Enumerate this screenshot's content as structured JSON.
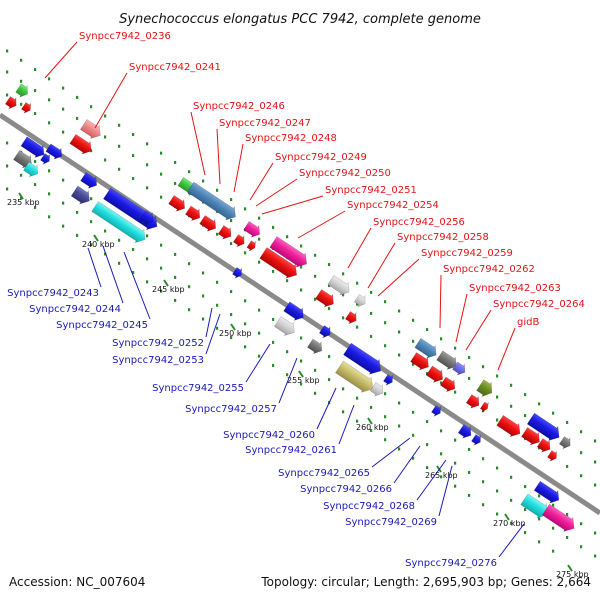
{
  "title": "Synechococcus elongatus PCC 7942, complete genome",
  "footer": {
    "accession": "Accession: NC_007604",
    "summary": "Topology: circular; Length: 2,695,903 bp; Genes: 2,664"
  },
  "scale_ticks": [
    "235 kbp",
    "240 kbp",
    "245 kbp",
    "250 kbp",
    "255 kbp",
    "260 kbp",
    "265 kbp",
    "270 kbp",
    "275 kbp"
  ],
  "genes_upper": [
    "Synpcc7942_0236",
    "Synpcc7942_0241",
    "Synpcc7942_0246",
    "Synpcc7942_0247",
    "Synpcc7942_0248",
    "Synpcc7942_0249",
    "Synpcc7942_0250",
    "Synpcc7942_0251",
    "Synpcc7942_0254",
    "Synpcc7942_0256",
    "Synpcc7942_0258",
    "Synpcc7942_0259",
    "Synpcc7942_0262",
    "Synpcc7942_0263",
    "Synpcc7942_0264",
    "gidB"
  ],
  "genes_lower": [
    "Synpcc7942_0243",
    "Synpcc7942_0244",
    "Synpcc7942_0245",
    "Synpcc7942_0252",
    "Synpcc7942_0253",
    "Synpcc7942_0255",
    "Synpcc7942_0257",
    "Synpcc7942_0260",
    "Synpcc7942_0261",
    "Synpcc7942_0265",
    "Synpcc7942_0266",
    "Synpcc7942_0268",
    "Synpcc7942_0269",
    "Synpcc7942_0276"
  ],
  "colors": {
    "backbone": "#8a8a8a",
    "label_upper": "#e41414",
    "label_lower": "#1a1ab8",
    "gene_red": "#ee1111",
    "gene_blue": "#1a1ae6",
    "track_green": "#2a8a2a"
  }
}
